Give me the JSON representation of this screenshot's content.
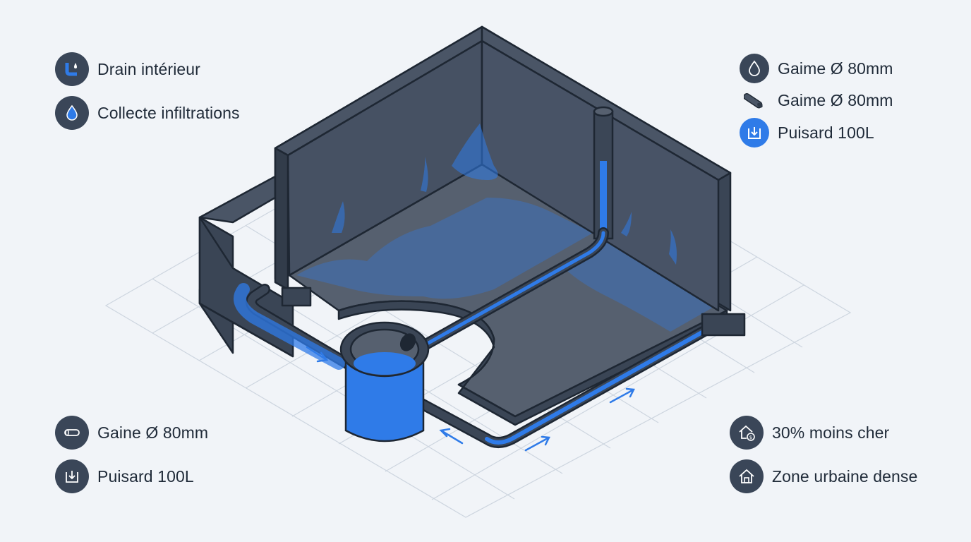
{
  "colors": {
    "background": "#f1f4f8",
    "wall_dark": "#3a4555",
    "wall_mid": "#4a5566",
    "floor": "#56606f",
    "water_blue": "#2f7be8",
    "pipe_dark": "#3b4656",
    "outline": "#1e2733",
    "grid": "#cdd5df"
  },
  "legend_left": [
    {
      "icon": "drain-pipe-icon",
      "label": "Drain intérieur"
    },
    {
      "icon": "water-drop-icon",
      "label": "Collecte infiltrations"
    }
  ],
  "legend_right": [
    {
      "icon": "water-drop-icon",
      "label": "Gaime Ø 80mm"
    },
    {
      "icon": "pipe-tube-icon",
      "label": "Gaime Ø 80mm"
    },
    {
      "icon": "sump-icon",
      "label": "Puisard 100L"
    }
  ],
  "legend_bottom_left": [
    {
      "icon": "pipe-tube-icon",
      "label": "Gaine Ø 80mm"
    },
    {
      "icon": "sump-icon",
      "label": "Puisard 100L"
    }
  ],
  "legend_bottom_right": [
    {
      "icon": "house-cost-icon",
      "label": "30% moins cher"
    },
    {
      "icon": "house-icon",
      "label": "Zone urbaine dense"
    }
  ]
}
